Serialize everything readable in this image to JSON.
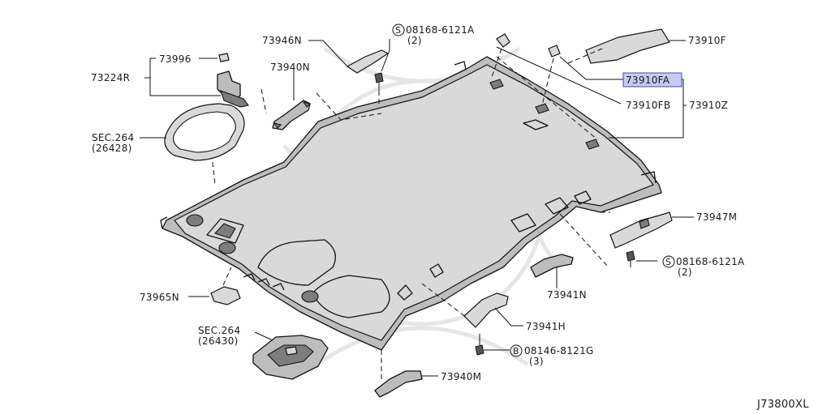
{
  "diagram": {
    "labels": {
      "p73996": "73996",
      "p73224R": "73224R",
      "sec264a": "SEC.264",
      "p26428": "(26428)",
      "p73946N": "73946N",
      "p73940N": "73940N",
      "s_bolt_top_code": "08168-6121A",
      "s_bolt_top_qty": "(2)",
      "p73910F": "73910F",
      "p73910FA": "73910FA",
      "p73910FB": "73910FB",
      "p73910Z": "73910Z",
      "p73947M": "73947M",
      "s_bolt_right_code": "08168-6121A",
      "s_bolt_right_qty": "(2)",
      "p73941N": "73941N",
      "p73965N": "73965N",
      "p73941H": "73941H",
      "b_bolt_code": "08146-8121G",
      "b_bolt_qty": "(3)",
      "sec264b": "SEC.264",
      "p26430": "(26430)",
      "p73940M": "73940M",
      "diagram_code": "J73800XL"
    },
    "markers": {
      "s": "S",
      "b": "B"
    },
    "highlight_color": "#c9c9f2"
  }
}
